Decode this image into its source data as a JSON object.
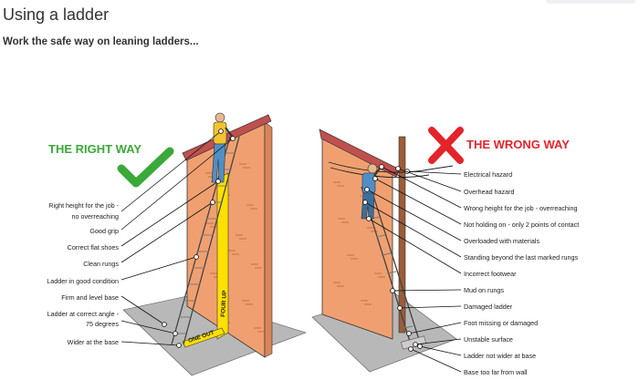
{
  "header": {
    "title": "Using a ladder",
    "subtitle": "Work the safe way on leaning ladders..."
  },
  "right_way": {
    "heading": "THE RIGHT WAY",
    "labels": [
      "Right height for the job -",
      "no overreaching",
      "Good grip",
      "Correct flat shoes",
      "Clean rungs",
      "Ladder in good condition",
      "Firm and level base",
      "Ladder at correct angle -",
      "75 degrees",
      "Wider at the base"
    ],
    "ladder_marks": {
      "four_up": "FOUR UP",
      "one_out": "ONE OUT"
    }
  },
  "wrong_way": {
    "heading": "THE WRONG WAY",
    "labels": [
      "Electrical hazard",
      "Overhead hazard",
      "Wrong height for the job - overreaching",
      "Not holding on - only 2 points of contact",
      "Overloaded with materials",
      "Standing beyond the last marked rungs",
      "Incorrect footwear",
      "Mud on rungs",
      "Damaged ladder",
      "Foot missing or damaged",
      "Unstable surface",
      "Ladder not wider at base",
      "Base too far from wall"
    ]
  },
  "colors": {
    "right": "#3aa93a",
    "wrong": "#e4232b",
    "brick": "#f0a070",
    "ground": "#b8b8b8",
    "hazard_yellow": "#ffe000"
  }
}
